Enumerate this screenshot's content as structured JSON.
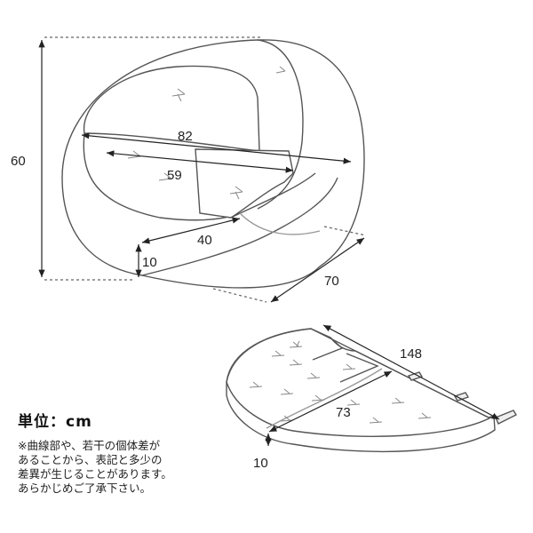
{
  "chair": {
    "height_label": "60",
    "outer_width_label": "82",
    "inner_width_label": "59",
    "seat_depth_label": "40",
    "seat_height_label": "10",
    "depth_label": "70"
  },
  "cushion": {
    "length_label": "148",
    "width_label": "73",
    "thickness_label": "10"
  },
  "unit": "単位：cm",
  "note_lines": [
    "※曲線部や、若干の個体差が",
    "あることから、表記と多少の",
    "差異が生じることがあります。",
    "あらかじめご了承下さい。"
  ]
}
